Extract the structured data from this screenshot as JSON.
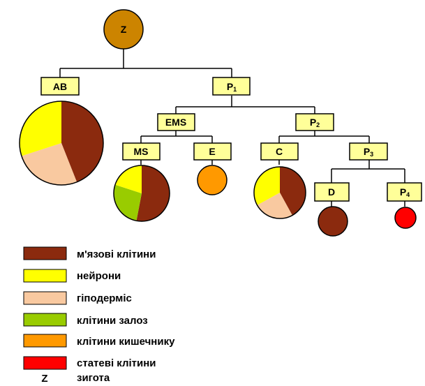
{
  "colors": {
    "muscle": "#8B2A0E",
    "neurons": "#FFFF00",
    "hypodermis": "#F9C9A0",
    "glands": "#99CC00",
    "intestine": "#FF9900",
    "germ": "#FF0000",
    "zygote": "#CC8400",
    "box": "#FFFF99"
  },
  "nodes": {
    "z": "Z",
    "ab": "AB",
    "p1": "P",
    "p1_sub": "1",
    "ems": "EMS",
    "p2": "P",
    "p2_sub": "2",
    "ms": "MS",
    "e": "E",
    "c": "C",
    "p3": "P",
    "p3_sub": "3",
    "d": "D",
    "p4": "P",
    "p4_sub": "4"
  },
  "pies": {
    "ab": [
      {
        "cell": "muscle",
        "fraction": 0.44
      },
      {
        "cell": "hypodermis",
        "fraction": 0.26
      },
      {
        "cell": "neurons",
        "fraction": 0.3
      }
    ],
    "ms": [
      {
        "cell": "muscle",
        "fraction": 0.53
      },
      {
        "cell": "glands",
        "fraction": 0.27
      },
      {
        "cell": "neurons",
        "fraction": 0.2
      }
    ],
    "c": [
      {
        "cell": "muscle",
        "fraction": 0.42
      },
      {
        "cell": "hypodermis",
        "fraction": 0.25
      },
      {
        "cell": "neurons",
        "fraction": 0.33
      }
    ]
  },
  "legend": {
    "muscle": "м'язові клітини",
    "neurons": "нейрони",
    "hypodermis": "гіподерміс",
    "glands": "клітини залоз",
    "intestine": "клітини кишечнику",
    "germ": "статеві клітини",
    "zygote_symbol": "Z",
    "zygote": "зигота"
  }
}
